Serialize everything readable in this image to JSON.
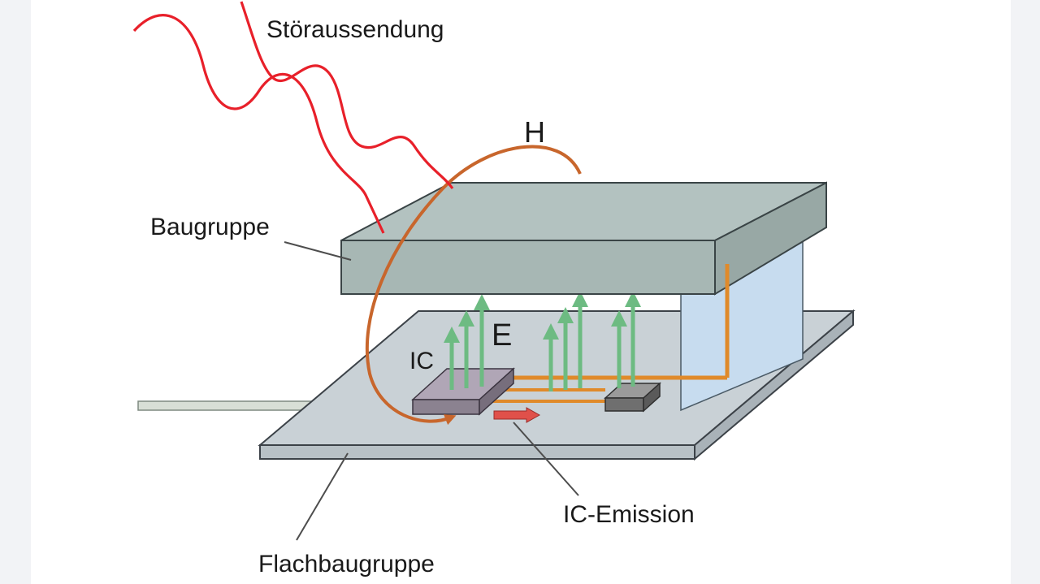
{
  "diagram": {
    "labels": {
      "emission": "Störaussendung",
      "magnetic_field": "H",
      "assembly": "Baugruppe",
      "electric_field": "E",
      "ic": "IC",
      "ic_emission": "IC-Emission",
      "pcb": "Flachbaugruppe"
    },
    "colors": {
      "wave": "#e8202a",
      "h_field": "#c8662c",
      "e_field": "#6dbb82",
      "trace": "#e08a2a",
      "top_plate": "#b3c2c0",
      "pcb": "#c9d1d6",
      "side_panel": "#c7dcef",
      "chip": "#b0a6b6",
      "small_chip": "#9a9a9a",
      "emission_arrow": "#e0504a"
    }
  }
}
